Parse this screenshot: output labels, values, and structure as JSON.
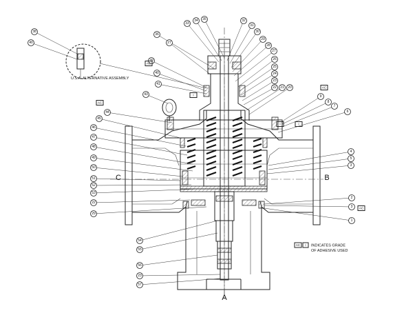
{
  "ports": {
    "left": "C",
    "right": "B",
    "bottom": "A"
  },
  "inset_caption": "U.S.A. ALTERNATIVE ASSEMBLY",
  "legend": {
    "box1": "AC",
    "box2": "I",
    "line1": "INDICATES GRADE",
    "line2": "OF ADHESIVE USED"
  },
  "markers": [
    "AC",
    "I",
    "AC",
    "I",
    "AC",
    "AC",
    "I"
  ],
  "callouts": [
    "38",
    "40",
    "36",
    "27",
    "33",
    "34",
    "35",
    "39",
    "40",
    "41",
    "43",
    "44",
    "45",
    "46",
    "47",
    "48",
    "49",
    "50",
    "51",
    "52",
    "53",
    "22",
    "29",
    "54",
    "55",
    "56",
    "23",
    "57",
    "32",
    "31",
    "30",
    "29",
    "28",
    "27",
    "26",
    "25",
    "24",
    "23",
    "22",
    "21",
    "20",
    "9",
    "8",
    "7",
    "6",
    "4",
    "5",
    "3",
    "2",
    "3",
    "1"
  ]
}
